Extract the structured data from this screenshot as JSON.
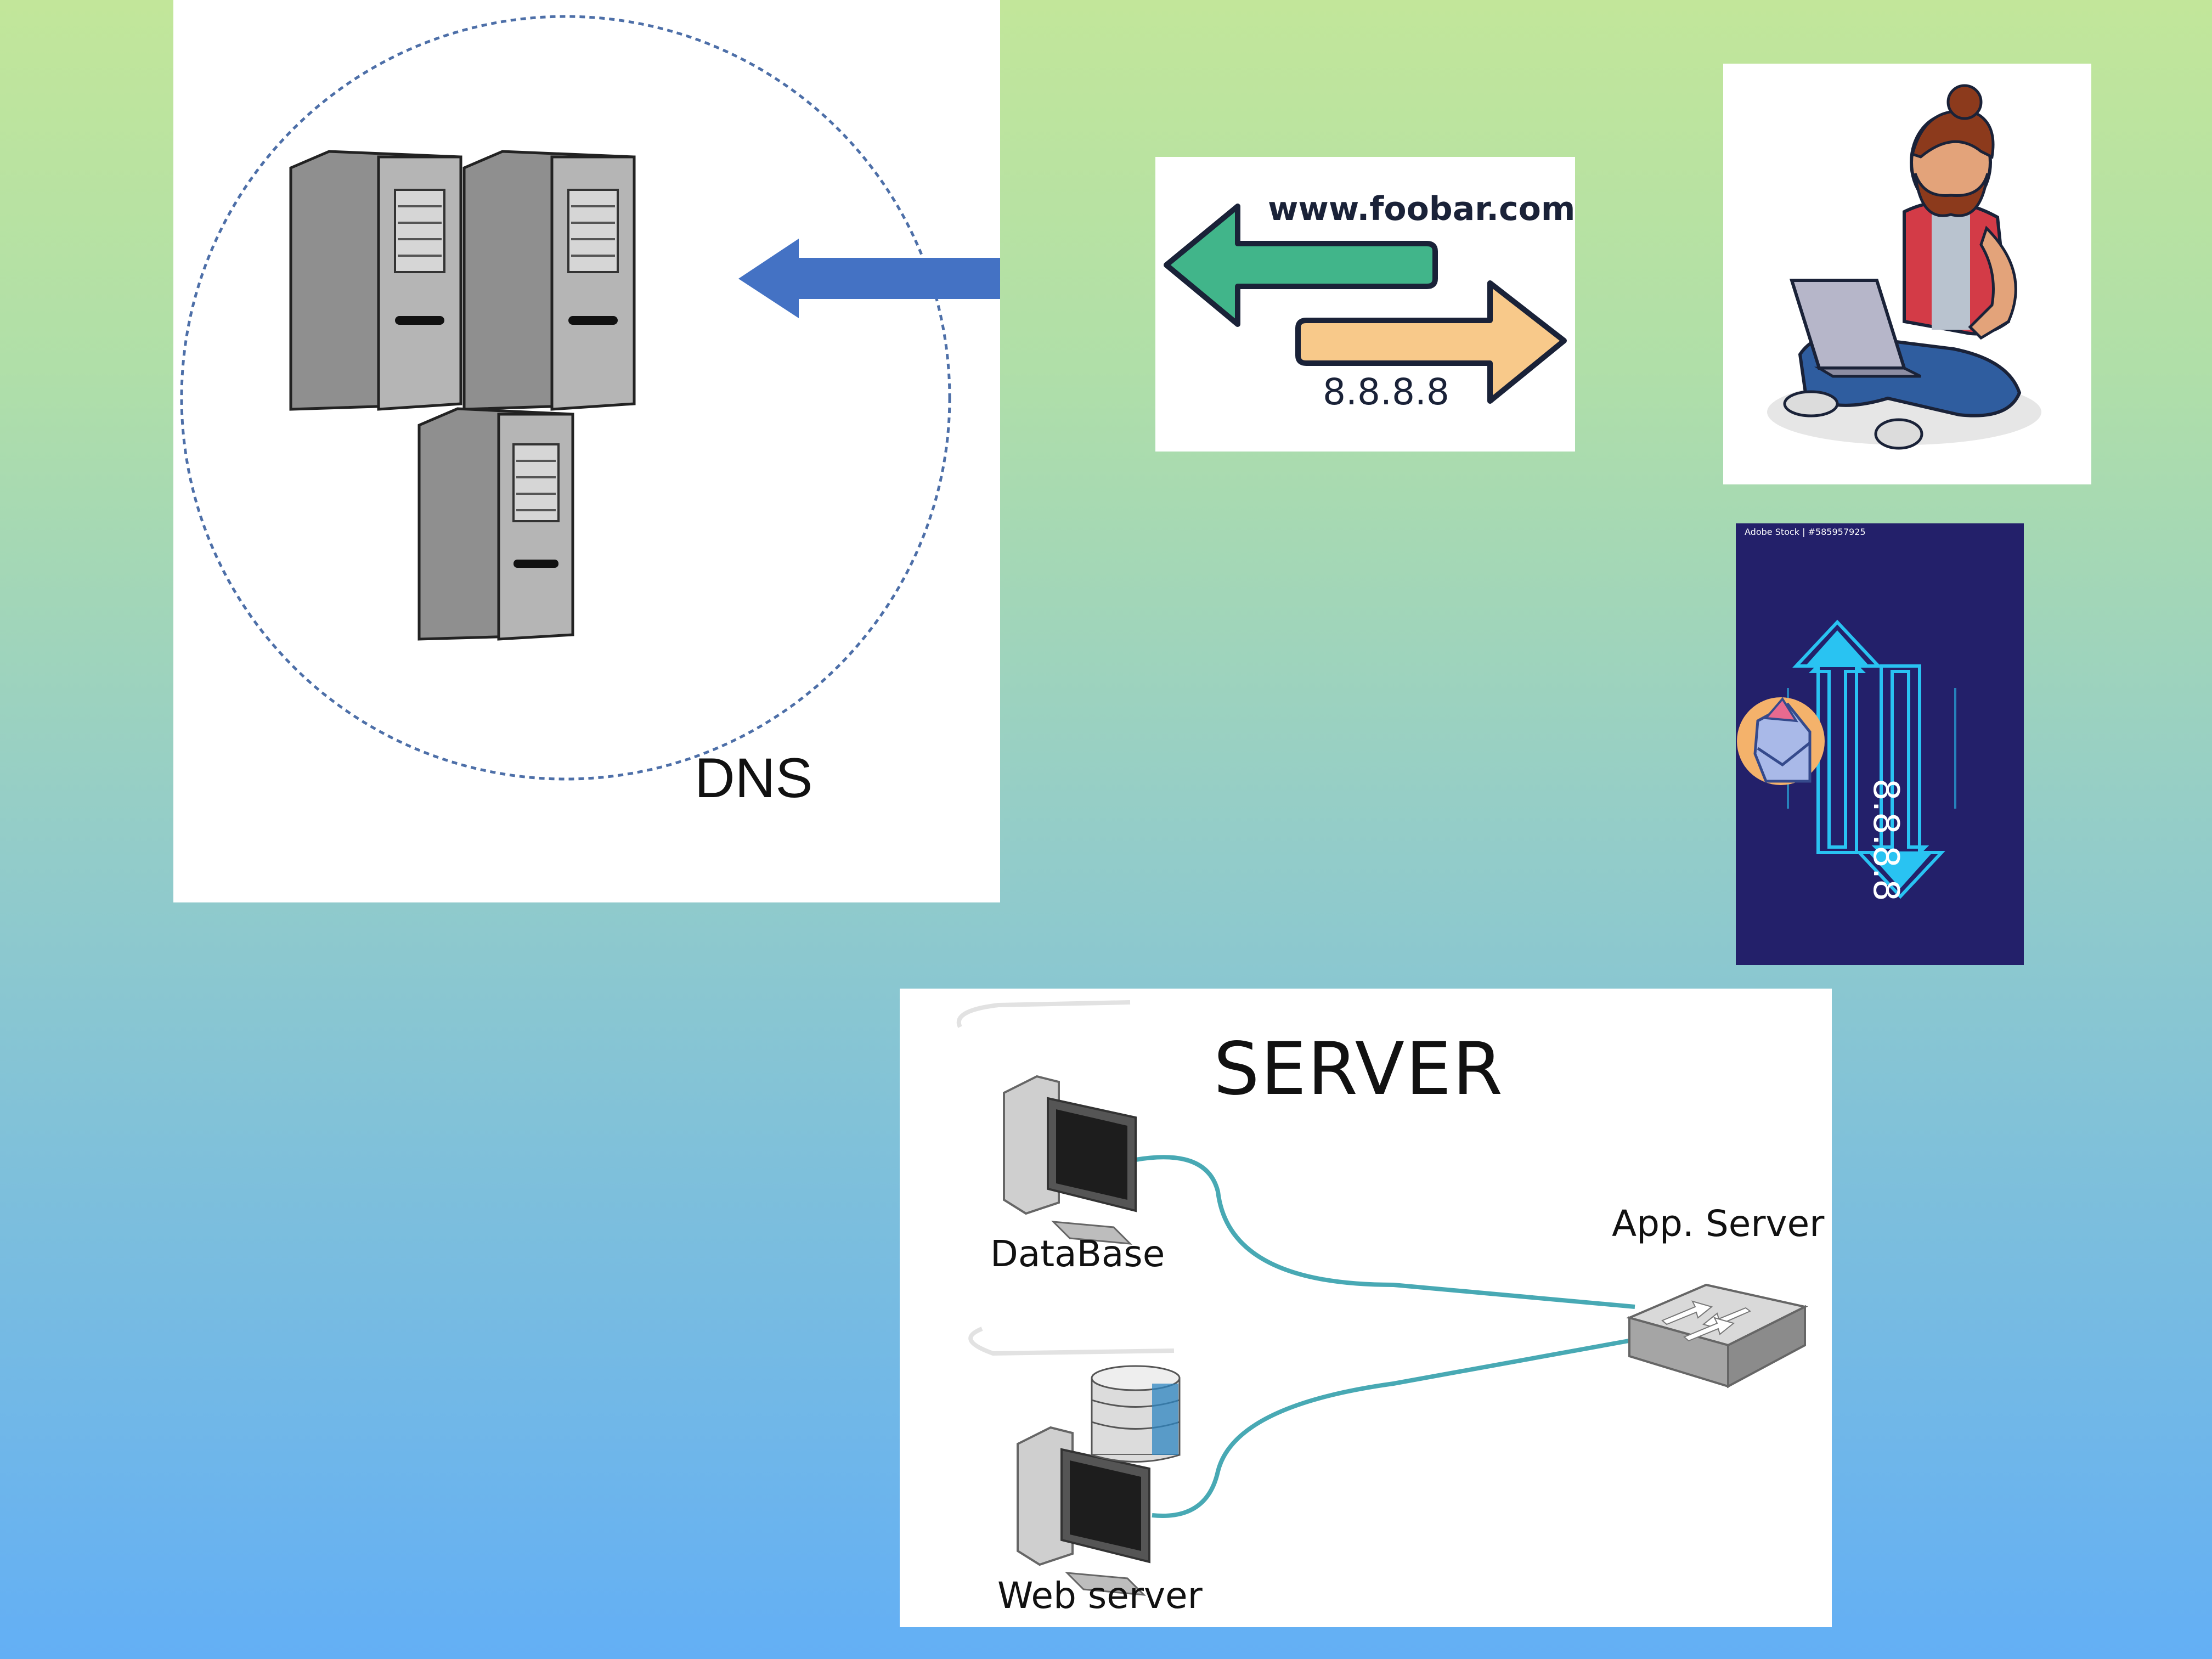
{
  "dns": {
    "label": "DNS"
  },
  "query": {
    "domain": "www.foobar.com",
    "ip": "8.8.8.8"
  },
  "stock": {
    "watermark": "Adobe Stock | #585957925",
    "ip": "8.8.8.8"
  },
  "server": {
    "title": "SERVER",
    "database_label": "DataBase",
    "app_server_label": "App. Server",
    "web_server_label": "Web server"
  },
  "colors": {
    "background_top": "#c2e69a",
    "background_bottom": "#63aff5",
    "dns_arrow": "#4472c4",
    "request_arrow": "#41b58a",
    "response_arrow": "#f8c98a",
    "stock_background": "#23206a",
    "stock_arrow": "#29c3f2",
    "cable": "#48a9b4"
  },
  "icons": [
    "server-tower-icon",
    "arrow-left-icon",
    "arrow-right-icon",
    "person-laptop-icon",
    "vertical-double-arrow-icon",
    "envelope-icon",
    "desktop-computer-icon",
    "network-switch-icon",
    "database-icon"
  ]
}
